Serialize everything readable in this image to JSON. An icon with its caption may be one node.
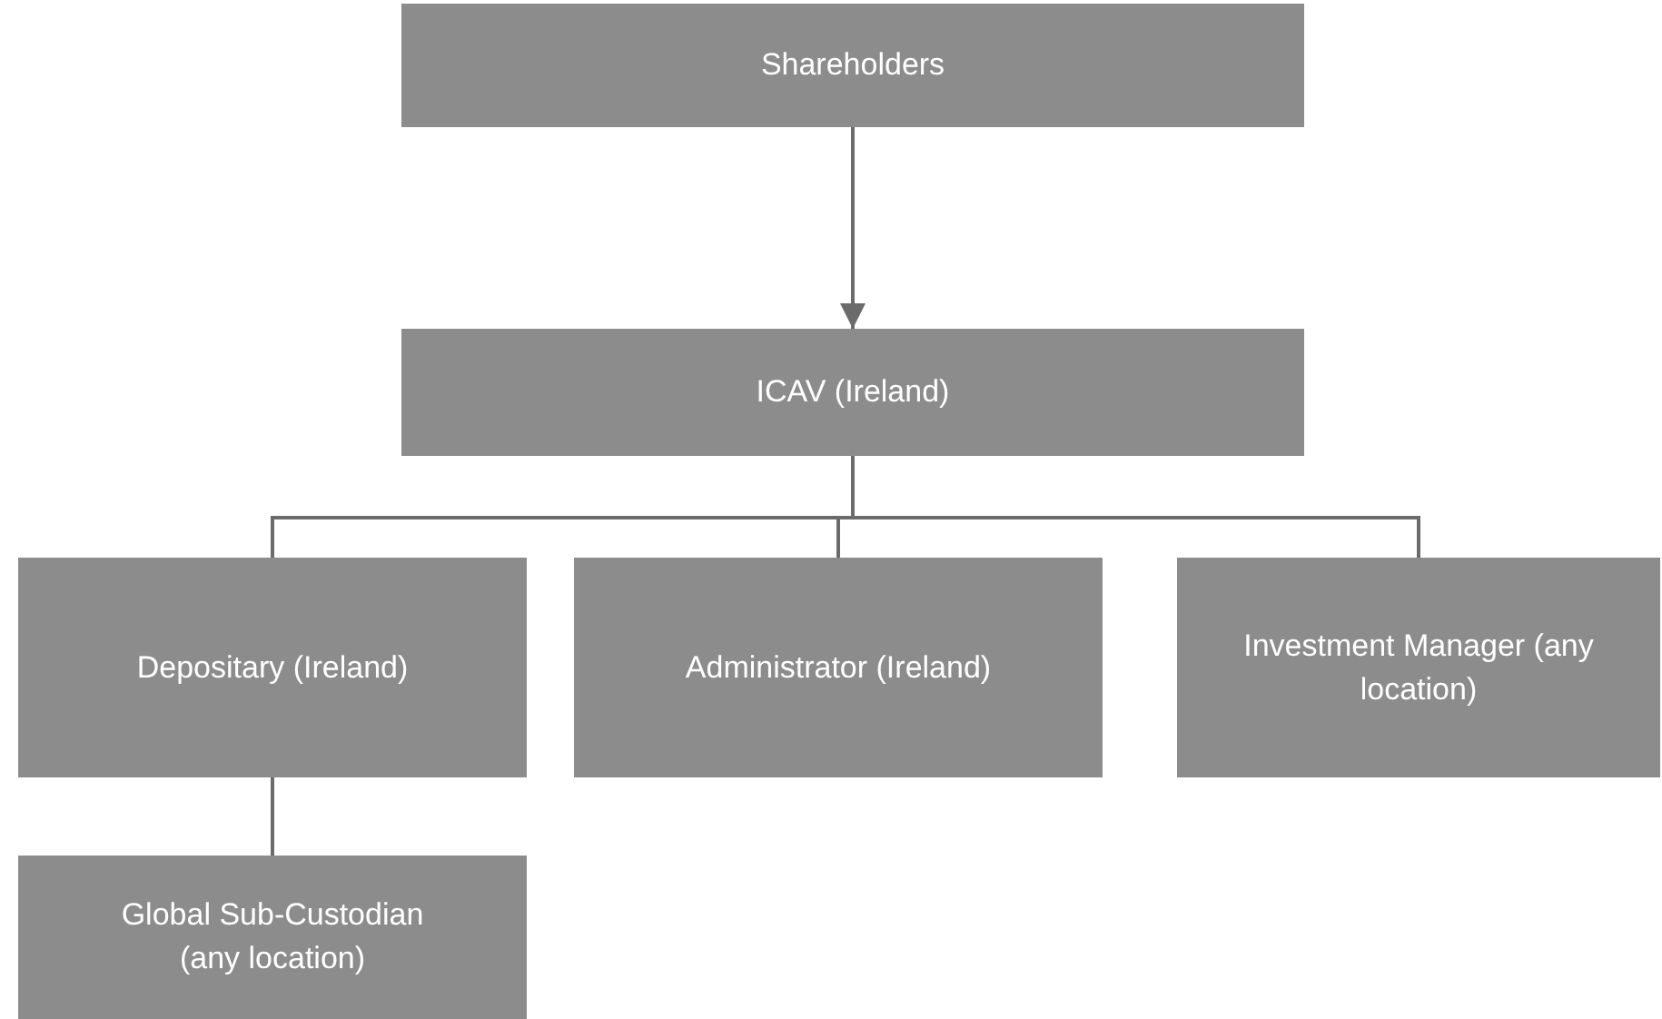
{
  "diagram": {
    "nodes": [
      {
        "text": [
          "Shareholders"
        ]
      },
      {
        "text": [
          "ICAV (Ireland)"
        ]
      },
      {
        "text": [
          "Depositary (Ireland)"
        ]
      },
      {
        "text": [
          "Administrator (Ireland)"
        ]
      },
      {
        "text": [
          "Investment Manager (any location)"
        ]
      },
      {
        "text": [
          "Global Sub-Custodian (any location)"
        ]
      }
    ],
    "edges": [
      {
        "from": 0,
        "to": 1,
        "arrow": "to"
      },
      {
        "from": 1,
        "to": 2,
        "arrow": "none"
      },
      {
        "from": 1,
        "to": 3,
        "arrow": "none"
      },
      {
        "from": 1,
        "to": 4,
        "arrow": "none"
      },
      {
        "from": 2,
        "to": 5,
        "arrow": "none"
      }
    ]
  }
}
